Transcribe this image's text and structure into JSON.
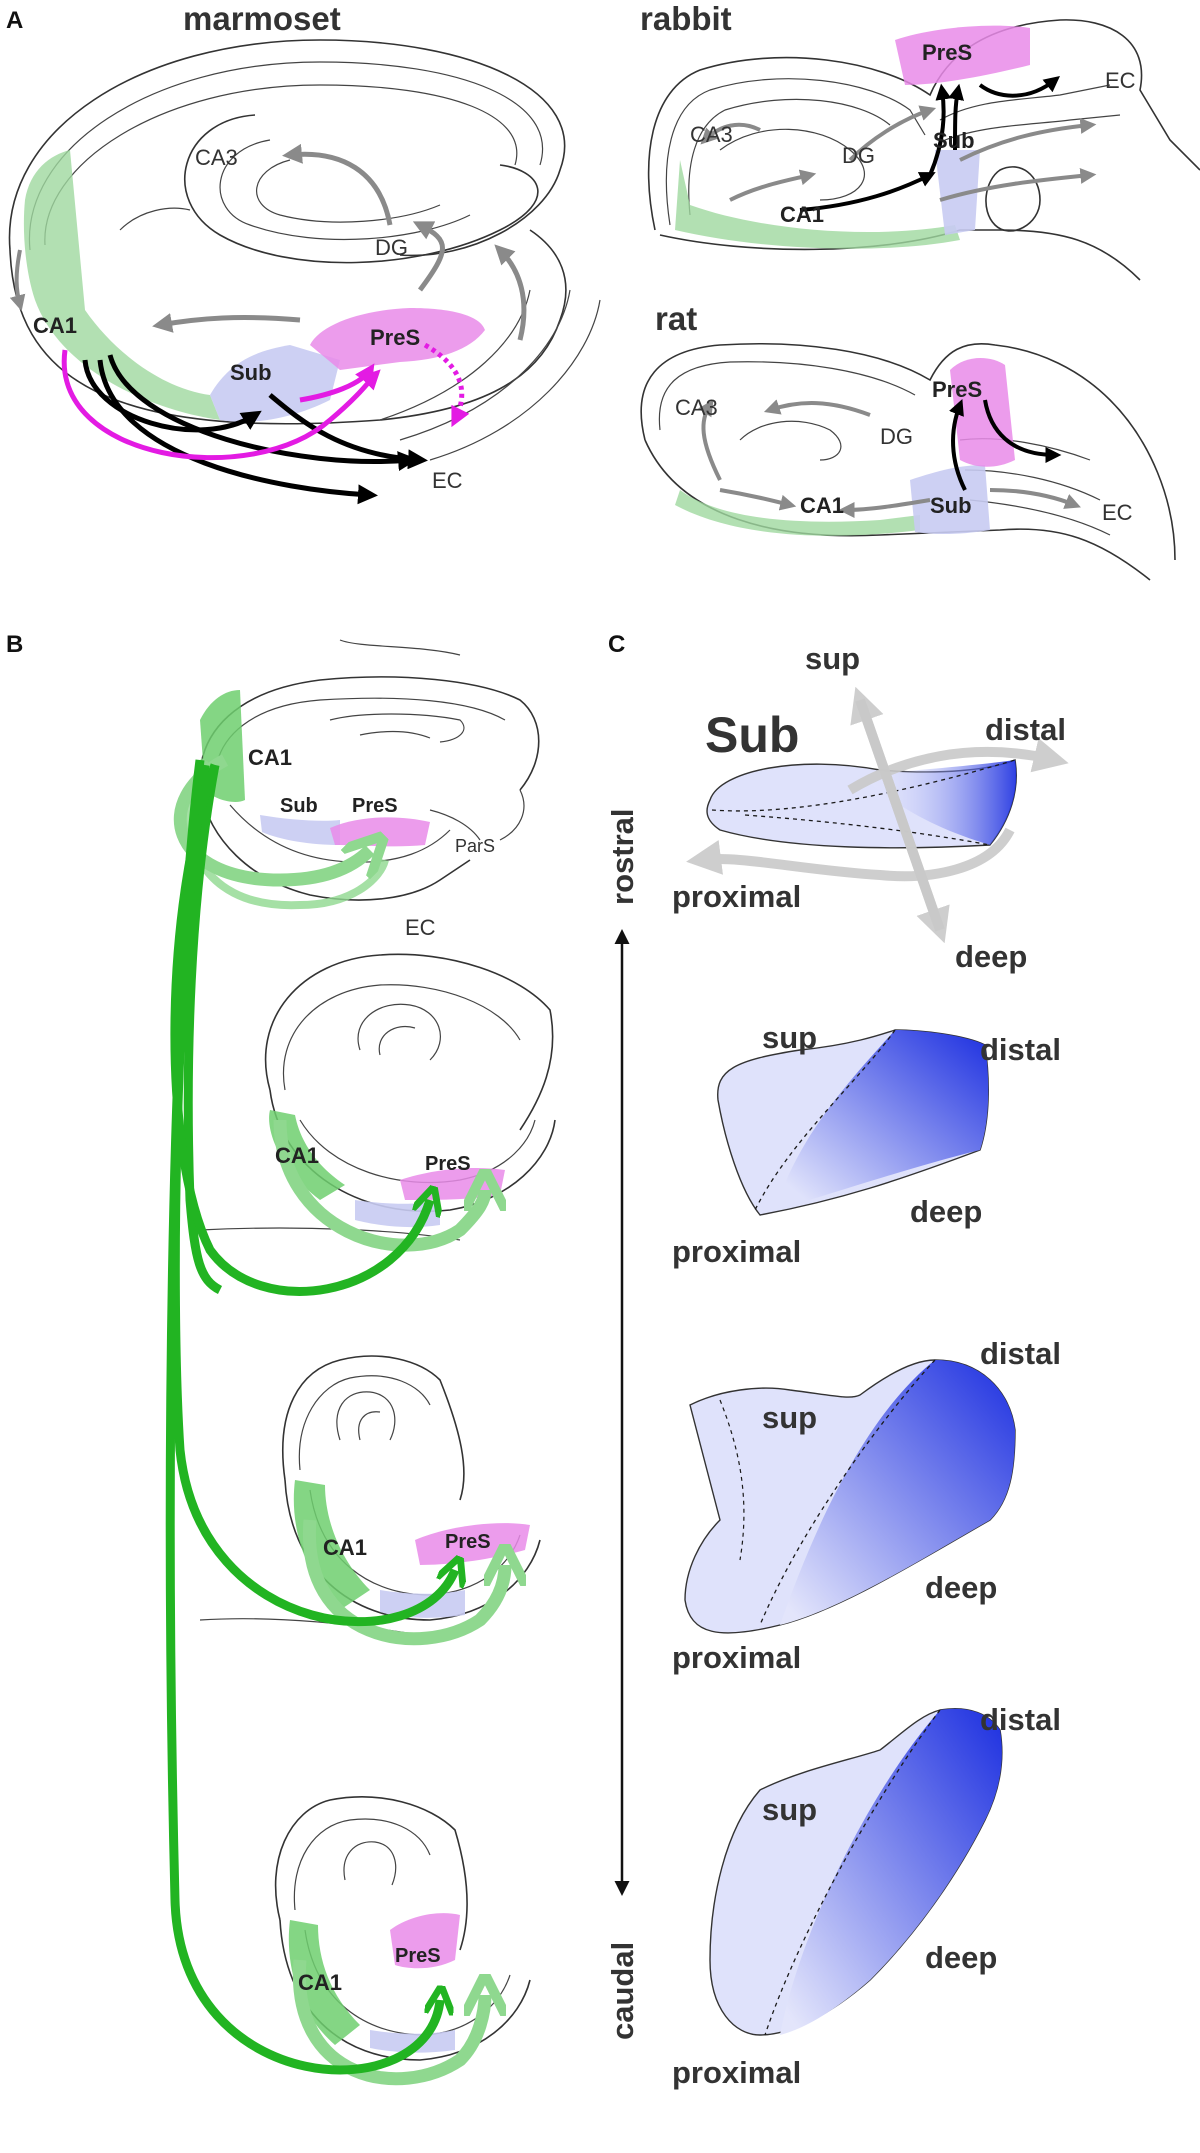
{
  "panels": {
    "a": {
      "letter": "A",
      "marmoset": {
        "title": "marmoset",
        "ca3": "CA3",
        "dg": "DG",
        "ca1": "CA1",
        "sub": "Sub",
        "pres": "PreS",
        "ec": "EC"
      },
      "rabbit": {
        "title": "rabbit",
        "ca3": "CA3",
        "dg": "DG",
        "ca1": "CA1",
        "sub": "Sub",
        "pres": "PreS",
        "ec": "EC"
      },
      "rat": {
        "title": "rat",
        "ca3": "CA3",
        "dg": "DG",
        "ca1": "CA1",
        "sub": "Sub",
        "pres": "PreS",
        "ec": "EC"
      }
    },
    "b": {
      "letter": "B",
      "section1": {
        "ca1": "CA1",
        "sub": "Sub",
        "pres": "PreS",
        "pars": "ParS",
        "ec": "EC"
      },
      "section2": {
        "ca1": "CA1",
        "pres": "PreS"
      },
      "section3": {
        "ca1": "CA1",
        "pres": "PreS"
      },
      "section4": {
        "ca1": "CA1",
        "pres": "PreS"
      }
    },
    "c": {
      "letter": "C",
      "title": "Sub",
      "rostral": "rostral",
      "caudal": "caudal",
      "sections": [
        {
          "sup": "sup",
          "deep": "deep",
          "proximal": "proximal",
          "distal": "distal"
        },
        {
          "sup": "sup",
          "deep": "deep",
          "proximal": "proximal",
          "distal": "distal"
        },
        {
          "sup": "sup",
          "deep": "deep",
          "proximal": "proximal",
          "distal": "distal"
        },
        {
          "sup": "sup",
          "deep": "deep",
          "proximal": "proximal",
          "distal": "distal"
        }
      ]
    }
  },
  "colors": {
    "ca1": "#9fd89f",
    "sub": "#c8cbf2",
    "pres": "#e98be9",
    "magenta_arrow": "#e31be3",
    "green_arrow": "#22b422",
    "grey_arrow": "#8a8a8a",
    "sub_blue": "#1c2fe0"
  }
}
